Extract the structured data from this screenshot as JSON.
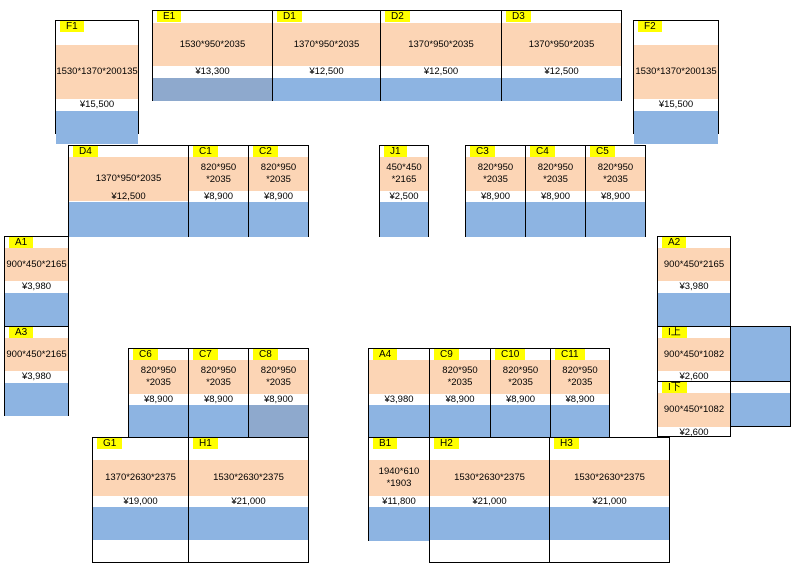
{
  "booths": {
    "F1": {
      "label": "F1",
      "dim": "1530*1370*200135",
      "price": "¥15,500"
    },
    "E1": {
      "label": "E1",
      "dim": "1530*950*2035",
      "price": "¥13,300"
    },
    "D1": {
      "label": "D1",
      "dim": "1370*950*2035",
      "price": "¥12,500"
    },
    "D2": {
      "label": "D2",
      "dim": "1370*950*2035",
      "price": "¥12,500"
    },
    "D3": {
      "label": "D3",
      "dim": "1370*950*2035",
      "price": "¥12,500"
    },
    "F2": {
      "label": "F2",
      "dim": "1530*1370*200135",
      "price": "¥15,500"
    },
    "D4": {
      "label": "D4",
      "dim": "1370*950*2035",
      "price": "¥12,500"
    },
    "C1": {
      "label": "C1",
      "dim": "820*950\n*2035",
      "price": "¥8,900"
    },
    "C2": {
      "label": "C2",
      "dim": "820*950\n*2035",
      "price": "¥8,900"
    },
    "J1": {
      "label": "J1",
      "dim": "450*450\n*2165",
      "price": "¥2,500"
    },
    "C3": {
      "label": "C3",
      "dim": "820*950\n*2035",
      "price": "¥8,900"
    },
    "C4": {
      "label": "C4",
      "dim": "820*950\n*2035",
      "price": "¥8,900"
    },
    "C5": {
      "label": "C5",
      "dim": "820*950\n*2035",
      "price": "¥8,900"
    },
    "A1": {
      "label": "A1",
      "dim": "900*450*2165",
      "price": "¥3,980"
    },
    "A2": {
      "label": "A2",
      "dim": "900*450*2165",
      "price": "¥3,980"
    },
    "A3": {
      "label": "A3",
      "dim": "900*450*2165",
      "price": "¥3,980"
    },
    "I_up": {
      "label": "I上",
      "dim": "900*450*1082",
      "price": "¥2,600"
    },
    "I_down": {
      "label": "I下",
      "dim": "900*450*1082",
      "price": "¥2,600"
    },
    "C6": {
      "label": "C6",
      "dim": "820*950\n*2035",
      "price": "¥8,900"
    },
    "C7": {
      "label": "C7",
      "dim": "820*950\n*2035",
      "price": "¥8,900"
    },
    "C8": {
      "label": "C8",
      "dim": "820*950\n*2035",
      "price": "¥8,900"
    },
    "A4": {
      "label": "A4",
      "dim": "",
      "price": "¥3,980"
    },
    "C9": {
      "label": "C9",
      "dim": "820*950\n*2035",
      "price": "¥8,900"
    },
    "C10": {
      "label": "C10",
      "dim": "820*950\n*2035",
      "price": "¥8,900"
    },
    "C11": {
      "label": "C11",
      "dim": "820*950\n*2035",
      "price": "¥8,900"
    },
    "G1": {
      "label": "G1",
      "dim": "1370*2630*2375",
      "price": "¥19,000"
    },
    "H1": {
      "label": "H1",
      "dim": "1530*2630*2375",
      "price": "¥21,000"
    },
    "B1": {
      "label": "B1",
      "dim": "1940*610\n*1903",
      "price": "¥11,800"
    },
    "H2": {
      "label": "H2",
      "dim": "1530*2630*2375",
      "price": "¥21,000"
    },
    "H3": {
      "label": "H3",
      "dim": "1530*2630*2375",
      "price": "¥21,000"
    }
  },
  "colors": {
    "tag": "#ffff00",
    "dimension_band": "#fcd5b5",
    "shelf_band": "#8db4e2",
    "border": "#000000"
  }
}
